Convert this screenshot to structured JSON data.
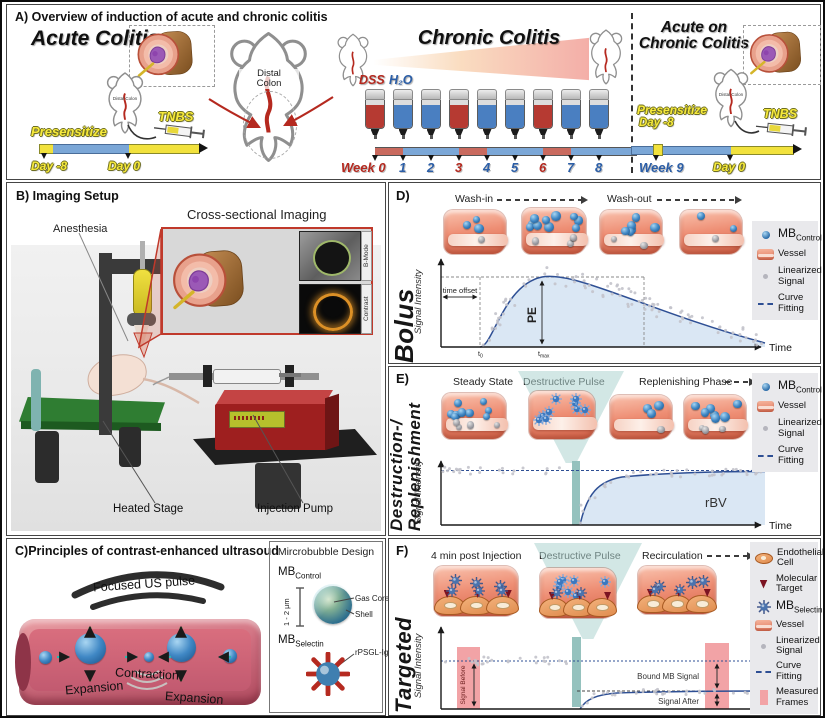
{
  "colors": {
    "dss_red": "#b63a32",
    "water_blue": "#4a7fc1",
    "timeline_yellow": "#f2e23d",
    "timeline_blue": "#7ba7d7",
    "week_red": "#b5291f",
    "week_blue": "#2b5ea7",
    "pulse_teal": "#9cc8c4",
    "measured_pink": "#f2a3a6",
    "curve_blue": "#2e4f94",
    "fill_blue": "#dae7f4"
  },
  "panelA": {
    "title": "A) Overview of induction of acute and chronic colitis",
    "acute": {
      "title": "Acute Colitis",
      "presensitize": "Presensitize",
      "day_minus8": "Day -8",
      "day0": "Day 0",
      "tnbs": "TNBS",
      "distal_colon": "Distal Colon"
    },
    "middle": {
      "distal": "Distal",
      "colon": "Colon"
    },
    "chronic": {
      "title": "Chronic Colitis",
      "dss": "DSS",
      "h2o": "H₂O",
      "week_word": "Week",
      "weeks": [
        "0",
        "1",
        "2",
        "3",
        "4",
        "5",
        "6",
        "7",
        "8"
      ],
      "dss_weeks": [
        0,
        3,
        6
      ]
    },
    "acute_on_chronic": {
      "title_line1": "Acute on",
      "title_line2": "Chronic Colitis",
      "presensitize": "Presensitize",
      "day_minus8": "Day -8",
      "week9": "Week 9",
      "day0": "Day 0",
      "tnbs": "TNBS",
      "distal_colon": "Distal Colon"
    }
  },
  "panelB": {
    "title": "B) Imaging Setup",
    "anesthesia": "Anesthesia",
    "cross_sectional": "Cross-sectional Imaging",
    "b_mode": "B-Mode",
    "contrast": "Contrast",
    "heated_stage": "Heated Stage",
    "injection_pump": "Injection Pump"
  },
  "panelC": {
    "title": "C)Principles of contrast-enhanced ultrasoud",
    "focused_pulse": "Focused US pulse",
    "contraction": "Contraction",
    "expansion_left": "Expansion",
    "expansion_right": "Expansion",
    "mb_design": {
      "title": "Mircrobubble Design",
      "mb": "MB",
      "control_sub": "Control",
      "selectin_sub": "Selectin",
      "size_scale": "1 - 2 μm",
      "gas_core": "Gas Core",
      "shell": "Shell",
      "ligand": "rPSGL-Ig"
    }
  },
  "panelD": {
    "label": "D)",
    "side_title": "Bolus",
    "wash_in": "Wash-in",
    "wash_out": "Wash-out",
    "ylabel": "Signal Intensity",
    "xlabel": "Time",
    "time_offset": "time offset",
    "pe": "PE",
    "t0_main": "t",
    "t0_sub": "0",
    "tmax_main": "t",
    "tmax_sub": "max",
    "legend": [
      {
        "icon": "mb-control-icon",
        "main": "MB",
        "sub": "Control"
      },
      {
        "icon": "vessel-icon",
        "lines": [
          "Vessel"
        ]
      },
      {
        "icon": "linearized-icon",
        "lines": [
          "Linearized",
          "Signal"
        ]
      },
      {
        "icon": "curve-icon",
        "lines": [
          "Curve",
          "Fitting"
        ]
      }
    ]
  },
  "panelE": {
    "label": "E)",
    "side_title_line1": "Destruction-/",
    "side_title_line2": "Replenishment",
    "steady": "Steady State",
    "destructive": "Destructive Pulse",
    "replenishing": "Replenishing Phase",
    "ylabel": "Signal Intensity",
    "xlabel": "Time",
    "rbv": "rBV",
    "legend": [
      {
        "icon": "mb-control-icon",
        "main": "MB",
        "sub": "Control"
      },
      {
        "icon": "vessel-icon",
        "lines": [
          "Vessel"
        ]
      },
      {
        "icon": "linearized-icon",
        "lines": [
          "Linearized",
          "Signal"
        ]
      },
      {
        "icon": "curve-icon",
        "lines": [
          "Curve",
          "Fitting"
        ]
      }
    ]
  },
  "panelF": {
    "label": "F)",
    "side_title": "Targeted",
    "h1": "4 min post Injection",
    "h2": "Destructive Pulse",
    "h3": "Recirculation",
    "ylabel": "Signal Intensity",
    "xlabel": "Time",
    "signal_before": "Signal Before",
    "bound_mb": "Bound MB Signal",
    "signal_after": "Signal After",
    "legend": [
      {
        "icon": "endothelial-icon",
        "lines": [
          "Endothelial",
          "Cell"
        ]
      },
      {
        "icon": "target-icon",
        "lines": [
          "Molecular",
          "Target"
        ]
      },
      {
        "icon": "mb-selectin-icon",
        "main": "MB",
        "sub": "Selectin"
      },
      {
        "icon": "vessel-icon",
        "lines": [
          "Vessel"
        ]
      },
      {
        "icon": "linearized-icon",
        "lines": [
          "Linearized",
          "Signal"
        ]
      },
      {
        "icon": "curve-icon",
        "lines": [
          "Curve",
          "Fitting"
        ]
      },
      {
        "icon": "frames-icon",
        "lines": [
          "Measured",
          "Frames"
        ]
      }
    ]
  }
}
